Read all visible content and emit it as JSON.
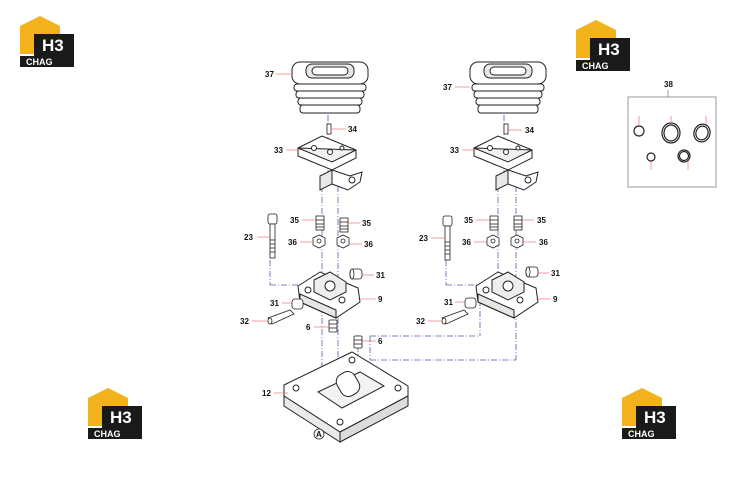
{
  "logo": {
    "mark": "H3",
    "text": "CHAG",
    "color": "#f2b21b",
    "dark": "#1a1a1a"
  },
  "callouts": {
    "c37": "37",
    "c34": "34",
    "c33": "33",
    "c35": "35",
    "c23": "23",
    "c36": "36",
    "c31": "31",
    "c9": "9",
    "c32": "32",
    "c6": "6",
    "c12": "12",
    "c38": "38",
    "cA": "A"
  },
  "colors": {
    "leader": "#e85a5a",
    "phantom": "#5a5aa8",
    "part": "#222222",
    "shade": "#d8d8d8"
  }
}
